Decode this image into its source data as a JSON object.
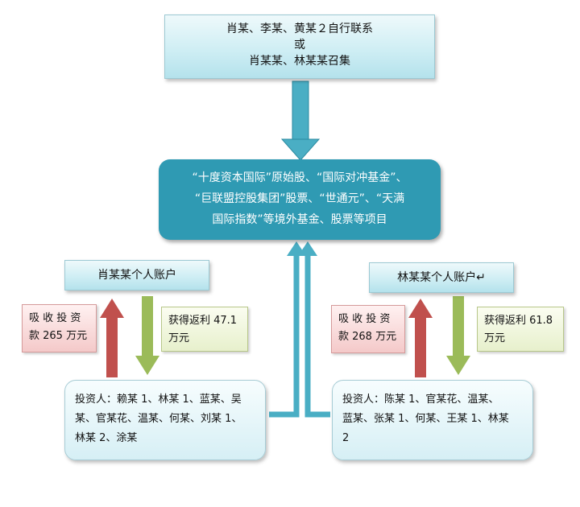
{
  "top_box": {
    "line1": "肖某、李某、黄某２自行联系",
    "line2": "或",
    "line3": "肖某某、林某某召集"
  },
  "center_box": {
    "line1": "“十度资本国际”原始股、“国际对冲基金”、",
    "line2": "“巨联盟控股集团”股票、“世通元”、“天满",
    "line3": "国际指数”等境外基金、股票等项目"
  },
  "left_account": {
    "label": "肖某某个人账户"
  },
  "right_account": {
    "label": "林某某个人账户↵"
  },
  "left_absorb": {
    "line1": "吸 收 投 资",
    "line2": "款 265 万元"
  },
  "right_absorb": {
    "line1": "吸 收 投 资",
    "line2": "款 268 万元"
  },
  "left_rebate": {
    "line1": "获得返利  47.1",
    "line2": "万元"
  },
  "right_rebate": {
    "line1": "获得返利  61.8",
    "line2": "万元"
  },
  "left_investors": {
    "line1": "投资人：赖某 1、林某 1、蓝某、吴",
    "line2": "某、官某花、温某、何某、刘某 1、",
    "line3": "林某 2、涂某"
  },
  "right_investors": {
    "line1": "投资人：陈某  1、官某花、温某、",
    "line2": "蓝某、张某 1、何某、王某 1、林某",
    "line3": "2"
  },
  "colors": {
    "teal": "#2f9ab3",
    "teal_arrow": "#4aaec4",
    "red_arrow": "#c0504d",
    "green_arrow": "#9bbb59"
  }
}
